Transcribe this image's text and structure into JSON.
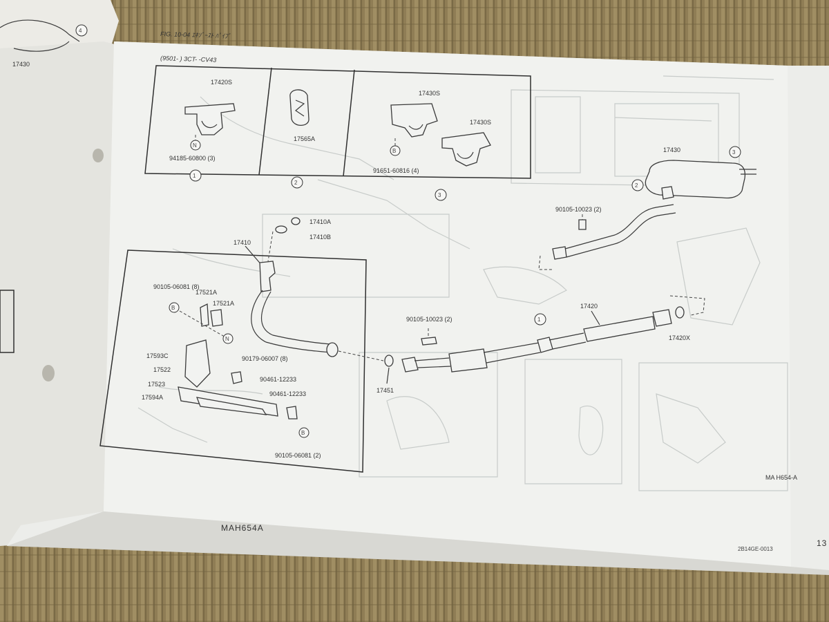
{
  "figure": {
    "header": "FIG. 10-04 ｴｷｿﾞｰｽﾄ ﾊﾟｲﾌﾟ",
    "model_range": "(9501- ) 3CT- -CV43",
    "diagram_code": "MA H654-A",
    "handwritten_code": "MAH654A",
    "page_code": "2B14GE-0013",
    "page_number": "13"
  },
  "left_page": {
    "part_label": "17430",
    "callout_number": "4"
  },
  "detail_panels": [
    {
      "index": "1",
      "parts": [
        "17420S",
        "94185-60800 (3)"
      ],
      "fastener_mark": "N"
    },
    {
      "index": "2",
      "parts": [
        "17565A"
      ]
    },
    {
      "index": "3",
      "parts": [
        "17430S",
        "17430S",
        "91651-60816 (4)"
      ],
      "fastener_mark": "B"
    }
  ],
  "front_pipe_parts": [
    "17410",
    "17410A",
    "17410B",
    "90105-06081 (8)",
    "17521A",
    "17521A",
    "90179-06007 (8)",
    "17593C",
    "17522",
    "17523",
    "17594A",
    "90461-12233",
    "90461-12233",
    "90105-06081 (2)"
  ],
  "exhaust_parts": [
    "17451",
    "90105-10023 (2)",
    "17420",
    "17420X",
    "17430",
    "90105-10023 (2)"
  ],
  "callouts": {
    "one": "1",
    "two": "2",
    "three": "3"
  },
  "fastener_marks": {
    "b": "B",
    "n": "N"
  }
}
